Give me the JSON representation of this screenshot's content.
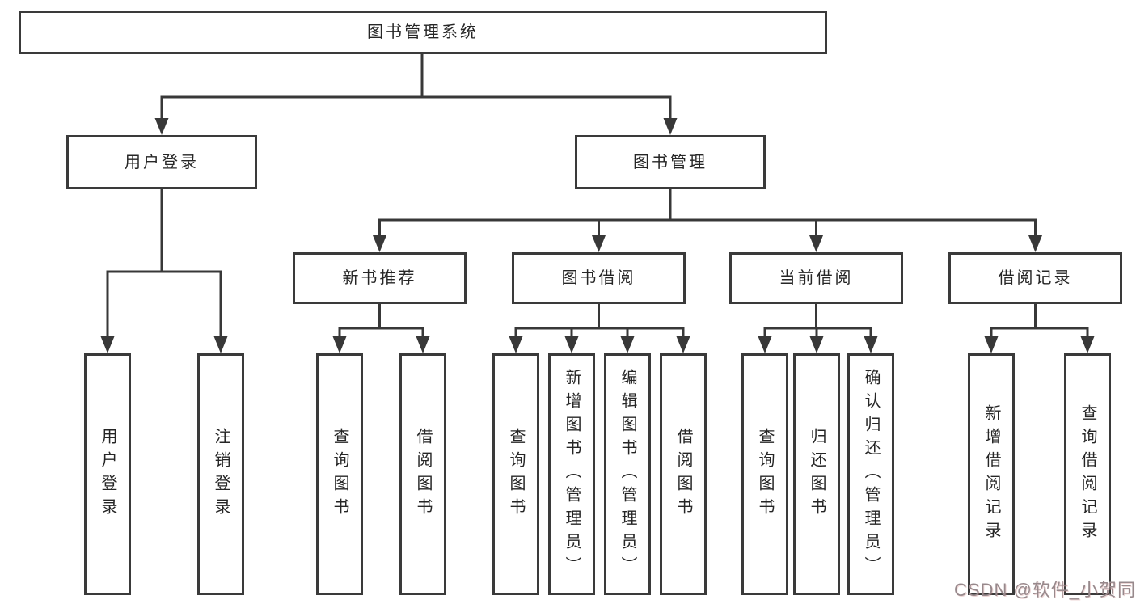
{
  "nodes": {
    "root": "图书管理系统",
    "user_login": "用户登录",
    "book_mgmt": "图书管理",
    "new_books": "新书推荐",
    "book_borrow": "图书借阅",
    "current_borrow": "当前借阅",
    "borrow_records": "借阅记录",
    "leaf_user_login": "用户登录",
    "leaf_logout": "注销登录",
    "nb_query_books": "查询图书",
    "nb_borrow_books": "借阅图书",
    "bb_query_books": "查询图书",
    "bb_add_books": "新增图书（管理员）",
    "bb_edit_books": "编辑图书（管理员）",
    "bb_borrow_books": "借阅图书",
    "cb_query_books": "查询图书",
    "cb_return_books": "归还图书",
    "cb_confirm_return": "确认归还（管理员）",
    "br_add_record": "新增借阅记录",
    "br_query_record": "查询借阅记录"
  },
  "watermark": "CSDN @软件_小贺同学",
  "colors": {
    "line": "#383838",
    "box_border": "#3a3a3a",
    "background": "#ffffff",
    "watermark": "#97898c"
  }
}
